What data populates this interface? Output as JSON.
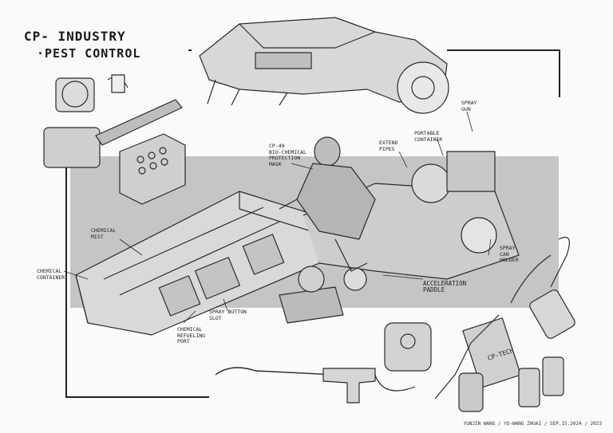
{
  "title": {
    "line1": "CP- INDUSTRY",
    "line2": "·PEST  CONTROL"
  },
  "labels": {
    "cp49_mask": "CP-49\nBIO-CHEMICAL\nPROTECTION\nMASK",
    "extend_pipes": "EXTEND\nPIPES",
    "portable_container": "PORTABLE\nCONTAINER",
    "spray_gun": "SPRAY\nGUN",
    "chemical_mist": "CHEMICAL\nMIST",
    "chemical_container": "CHEMICAL\nCONTAINER",
    "spray_cam_holder": "SPRAY\nCAN\nHOLDER",
    "acceleration_paddle": "ACCELERATION\nPADDLE",
    "spray_button_slot": "SPRAY BUTTON\nSLOT",
    "chemical_refueling_port": "CHEMICAL\nREFUELING\nPORT",
    "cp_tech": "CP-TECH"
  },
  "signature": "YUNJIN WANG / YO-WANG ZHUAI / SEP.15.2024 / 2023",
  "colors": {
    "band": "#c5c5c5",
    "ink": "#222222",
    "paper": "#fafaf8"
  }
}
